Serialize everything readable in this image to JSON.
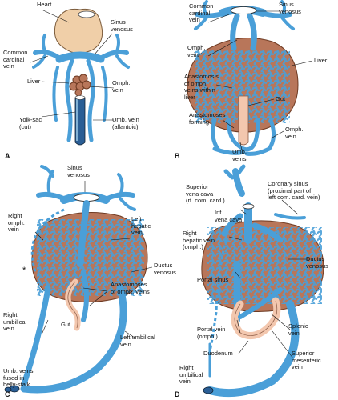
{
  "panels": {
    "A": {
      "letter": "A",
      "labels": {
        "heart": "Heart",
        "sinus_venosus": "Sinus\nvenosus",
        "common_cardinal_vein": "Common\ncardinal\nvein",
        "liver": "Liver",
        "omph_vein": "Omph.\nvein",
        "yolk_sac": "Yolk-sac\n(cut)",
        "umb_vein": "Umb. vein\n(allantoic)"
      }
    },
    "B": {
      "letter": "B",
      "labels": {
        "common_cardinal_vein": "Common\ncardinal\nvein",
        "sinus_venosus": "Sinus\nvenosus",
        "omph_vein_top": "Omph.\nvein",
        "liver": "Liver",
        "anastomosis": "Anastomosis\nof omph.\nveins within\nliver",
        "gut": "Gut",
        "anastomoses_forming": "Anastomoses\nforming",
        "omph_vein_bottom": "Omph.\nvein",
        "umb_veins": "Umb.\nveins"
      }
    },
    "C": {
      "letter": "C",
      "labels": {
        "sinus_venosus": "Sinus\nvenosus",
        "right_omph_vein": "Right\nomph.\nvein",
        "left_hepatic_vein": "Left\nhepatic\nvein",
        "ductus_venosus": "Ductus\nvenosus",
        "asterisk": "*",
        "anastomoses": "Anastomoses\nof omph. veins",
        "right_umbilical_vein": "Right\numbilical\nvein",
        "gut": "Gut",
        "left_umbilical_vein": "Left umbilical\nvein",
        "umb_veins_fused": "Umb. veins\nfused in\nbelly-stalk"
      }
    },
    "D": {
      "letter": "D",
      "labels": {
        "superior_vena_cava": "Superior\nvena cava\n(rt. com. card.)",
        "coronary_sinus": "Coronary sinus\n(proximal part of\nleft com. card. vein)",
        "inf_vena_cava": "Inf.\nvena cava",
        "right_hepatic_vein": "Right\nhepatic vein\n(omph.)",
        "ductus_venosus": "Ductus\nvenosus",
        "portal_sinus": "Portal sinus",
        "portal_vein": "Portal vein\n(omph.)",
        "splenic_vein": "Splenic\nvein",
        "duodenum": "Duodenum",
        "superior_mesenteric_vein": "Superior\nmesenteric\nvein",
        "right_umbilical_vein": "Right\numbilical\nvein"
      }
    }
  }
}
